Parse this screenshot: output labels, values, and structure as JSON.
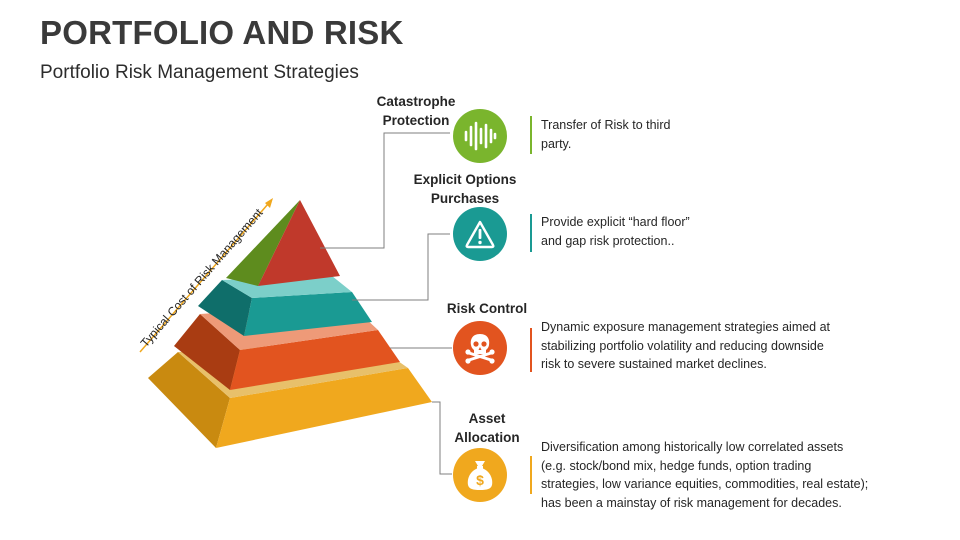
{
  "header": {
    "title": "PORTFOLIO AND RISK",
    "subtitle": "Portfolio Risk Management Strategies"
  },
  "pyramid": {
    "axis_label": "Typical Cost of Risk Management"
  },
  "layers": [
    {
      "title_line1": "Catastrophe",
      "title_line2": "Protection",
      "icon": "sound-wave-icon",
      "color": "#7ab52d",
      "description": [
        "Transfer of Risk to third",
        "party."
      ]
    },
    {
      "title_line1": "Explicit Options",
      "title_line2": "Purchases",
      "icon": "warning-icon",
      "color": "#1a9a93",
      "description": [
        "Provide explicit “hard floor”",
        "and gap risk protection.."
      ]
    },
    {
      "title_line1": "Risk Control",
      "title_line2": "",
      "icon": "skull-crossbones-icon",
      "color": "#e2541f",
      "description": [
        "Dynamic exposure management strategies aimed at",
        "stabilizing portfolio volatility and reducing downside",
        "risk to severe sustained market declines."
      ]
    },
    {
      "title_line1": "Asset",
      "title_line2": "Allocation",
      "icon": "money-bag-icon",
      "color": "#f0a81e",
      "description": [
        "Diversification among historically low correlated assets",
        "(e.g. stock/bond mix, hedge funds, option trading",
        "strategies, low variance equities, commodities, real estate);",
        "has been a mainstay of risk management for decades."
      ]
    }
  ]
}
